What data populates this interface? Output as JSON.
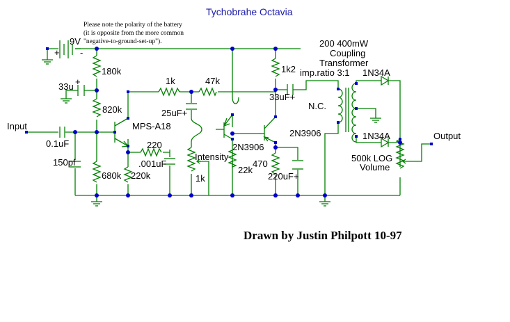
{
  "title": "Tychobrahe Octavia",
  "battery_note": [
    "Please note the polarity of the battery",
    "(it is opposite from the more common",
    "\"negative-to-ground-set-up\")."
  ],
  "credit": "Drawn by Justin Philpott 10-97",
  "labels": {
    "battery": "9V",
    "battery_minus": "-",
    "battery_plus": "+",
    "r180k": "180k",
    "c33u": "33u",
    "c33u_plus": "+",
    "r820k": "820k",
    "input": "Input",
    "c01uf": "0.1uF",
    "c150pf": "150pf",
    "r680k": "680k",
    "r220k": "220k",
    "q1": "MPS-A18",
    "r220": "220",
    "c001uf": ".001uF",
    "r1k_top": "1k",
    "c25uf": "25uF+",
    "r47k": "47k",
    "intensity": "Intensity",
    "pot1k": "1k",
    "q2": "2N3906",
    "r22k": "22k",
    "r1k2": "1k2",
    "c33uf_out": "33uF+",
    "q3": "2N3906",
    "r470": "470",
    "c220uf": "220uF+",
    "xfmr_line1": "200 400mW",
    "xfmr_line2": "Coupling",
    "xfmr_line3": "Transformer",
    "imp_ratio": "imp.ratio 3:1",
    "nc": "N.C.",
    "d1": "1N34A",
    "d2": "1N34A",
    "pot500k": "500k LOG",
    "volume": "Volume",
    "output": "Output"
  },
  "colors": {
    "wire": "#008000",
    "node": "#0000c8",
    "title": "#1a1aa8",
    "text": "#000000"
  }
}
